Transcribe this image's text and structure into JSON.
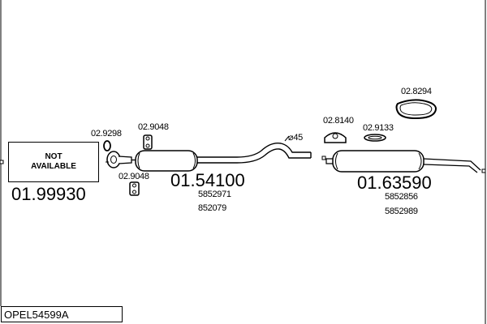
{
  "diagram_code": "OPEL54599A",
  "not_available": "NOT\nAVAILABLE",
  "parts": {
    "front": {
      "number": "01.99930"
    },
    "middle": {
      "number": "01.54100",
      "oem": [
        "5852971",
        "852079"
      ]
    },
    "rear": {
      "number": "01.63590",
      "oem": [
        "5852856",
        "5852989"
      ]
    }
  },
  "accessories": {
    "clamp_front": "02.9298",
    "hanger_top": "02.9048",
    "hanger_bottom": "02.9048",
    "mount_rear": "02.8140",
    "gasket_rear": "02.9133",
    "ring_rear": "02.8294"
  },
  "pipe_diameter": "⌀45"
}
